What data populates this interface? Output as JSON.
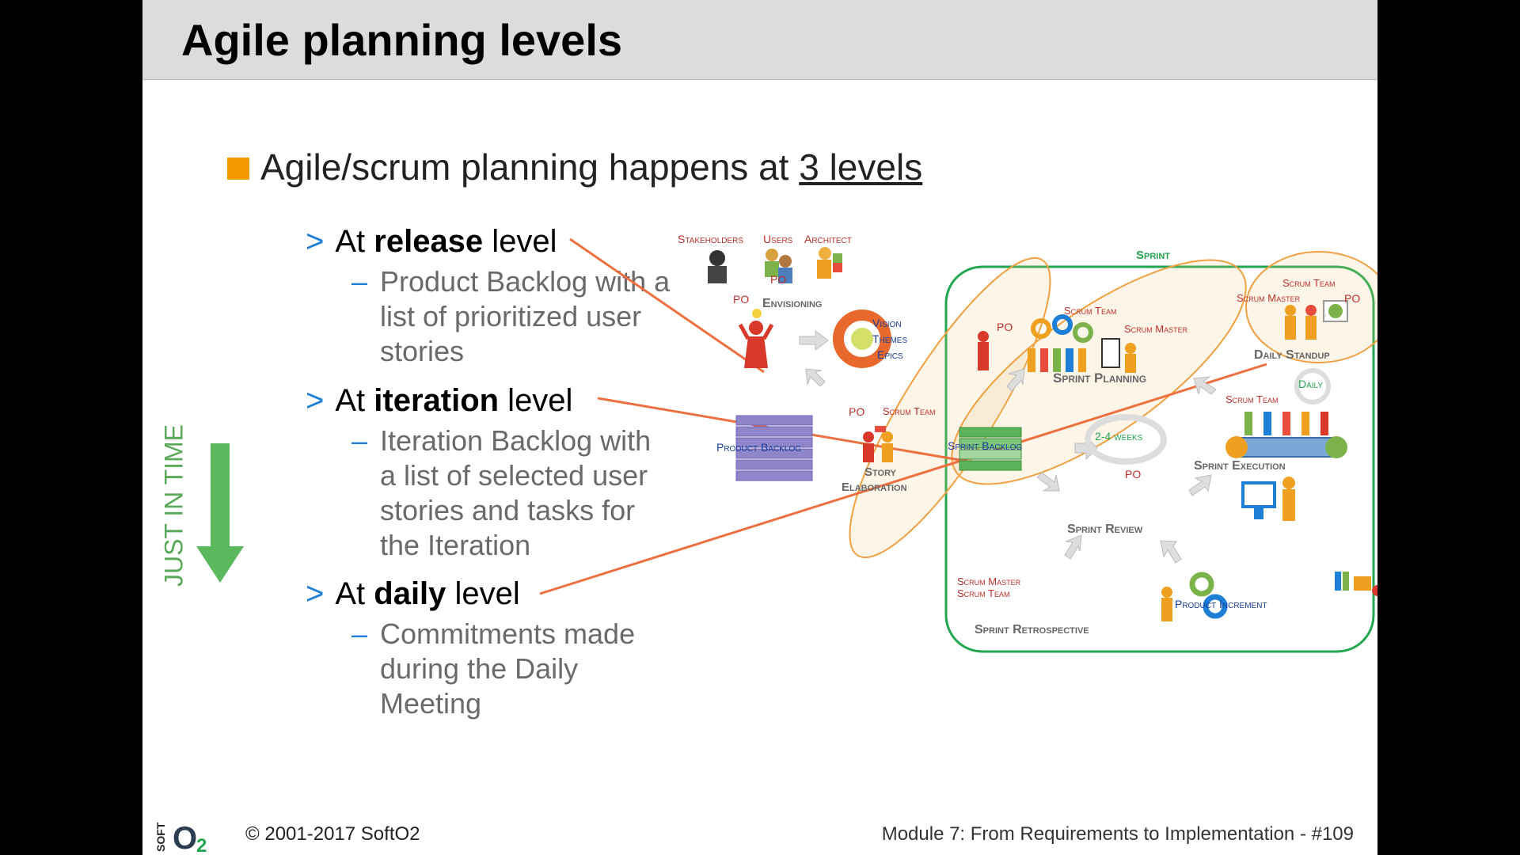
{
  "title": "Agile planning levels",
  "main_bullet": {
    "prefix": "Agile/scrum planning happens at ",
    "underlined": "3 levels"
  },
  "levels": [
    {
      "pre": "At ",
      "bold": "release",
      "post": " level",
      "sub": [
        "Product Backlog with a",
        "list of prioritized user",
        "stories"
      ]
    },
    {
      "pre": "At ",
      "bold": "iteration",
      "post": " level",
      "sub": [
        "Iteration Backlog with",
        "a list of selected user",
        "stories and tasks for",
        "the Iteration"
      ]
    },
    {
      "pre": "At ",
      "bold": "daily",
      "post": " level",
      "sub": [
        "Commitments made",
        "during the Daily",
        "Meeting"
      ]
    }
  ],
  "side_label": "JUST IN TIME",
  "diagram": {
    "stakeholders": "Stakeholders",
    "users": "Users",
    "architect": "Architect",
    "po": "PO",
    "envisioning": "Envisioning",
    "vision": "Vision",
    "themes": "Themes",
    "epics": "Epics",
    "product_backlog": "Product Backlog",
    "scrum_team": "Scrum Team",
    "story_elaboration_1": "Story",
    "story_elaboration_2": "Elaboration",
    "sprint": "Sprint",
    "scrum_master": "Scrum Master",
    "sprint_planning": "Sprint Planning",
    "sprint_backlog": "Sprint Backlog",
    "weeks": "2-4 weeks",
    "daily_standup": "Daily Standup",
    "daily": "Daily",
    "sprint_execution": "Sprint Execution",
    "sprint_review": "Sprint Review",
    "sprint_retrospective": "Sprint Retrospective",
    "product_increment": "Product Increment"
  },
  "footer": {
    "copyright": "© 2001-2017 SoftO2",
    "module": "Module 7: From Requirements to Implementation  -  #109",
    "logo_text": "SOFT O2"
  },
  "colors": {
    "accent_orange": "#f59a00",
    "line_orange": "#ec7040",
    "green": "#22a650",
    "blue": "#1f7fd6"
  }
}
